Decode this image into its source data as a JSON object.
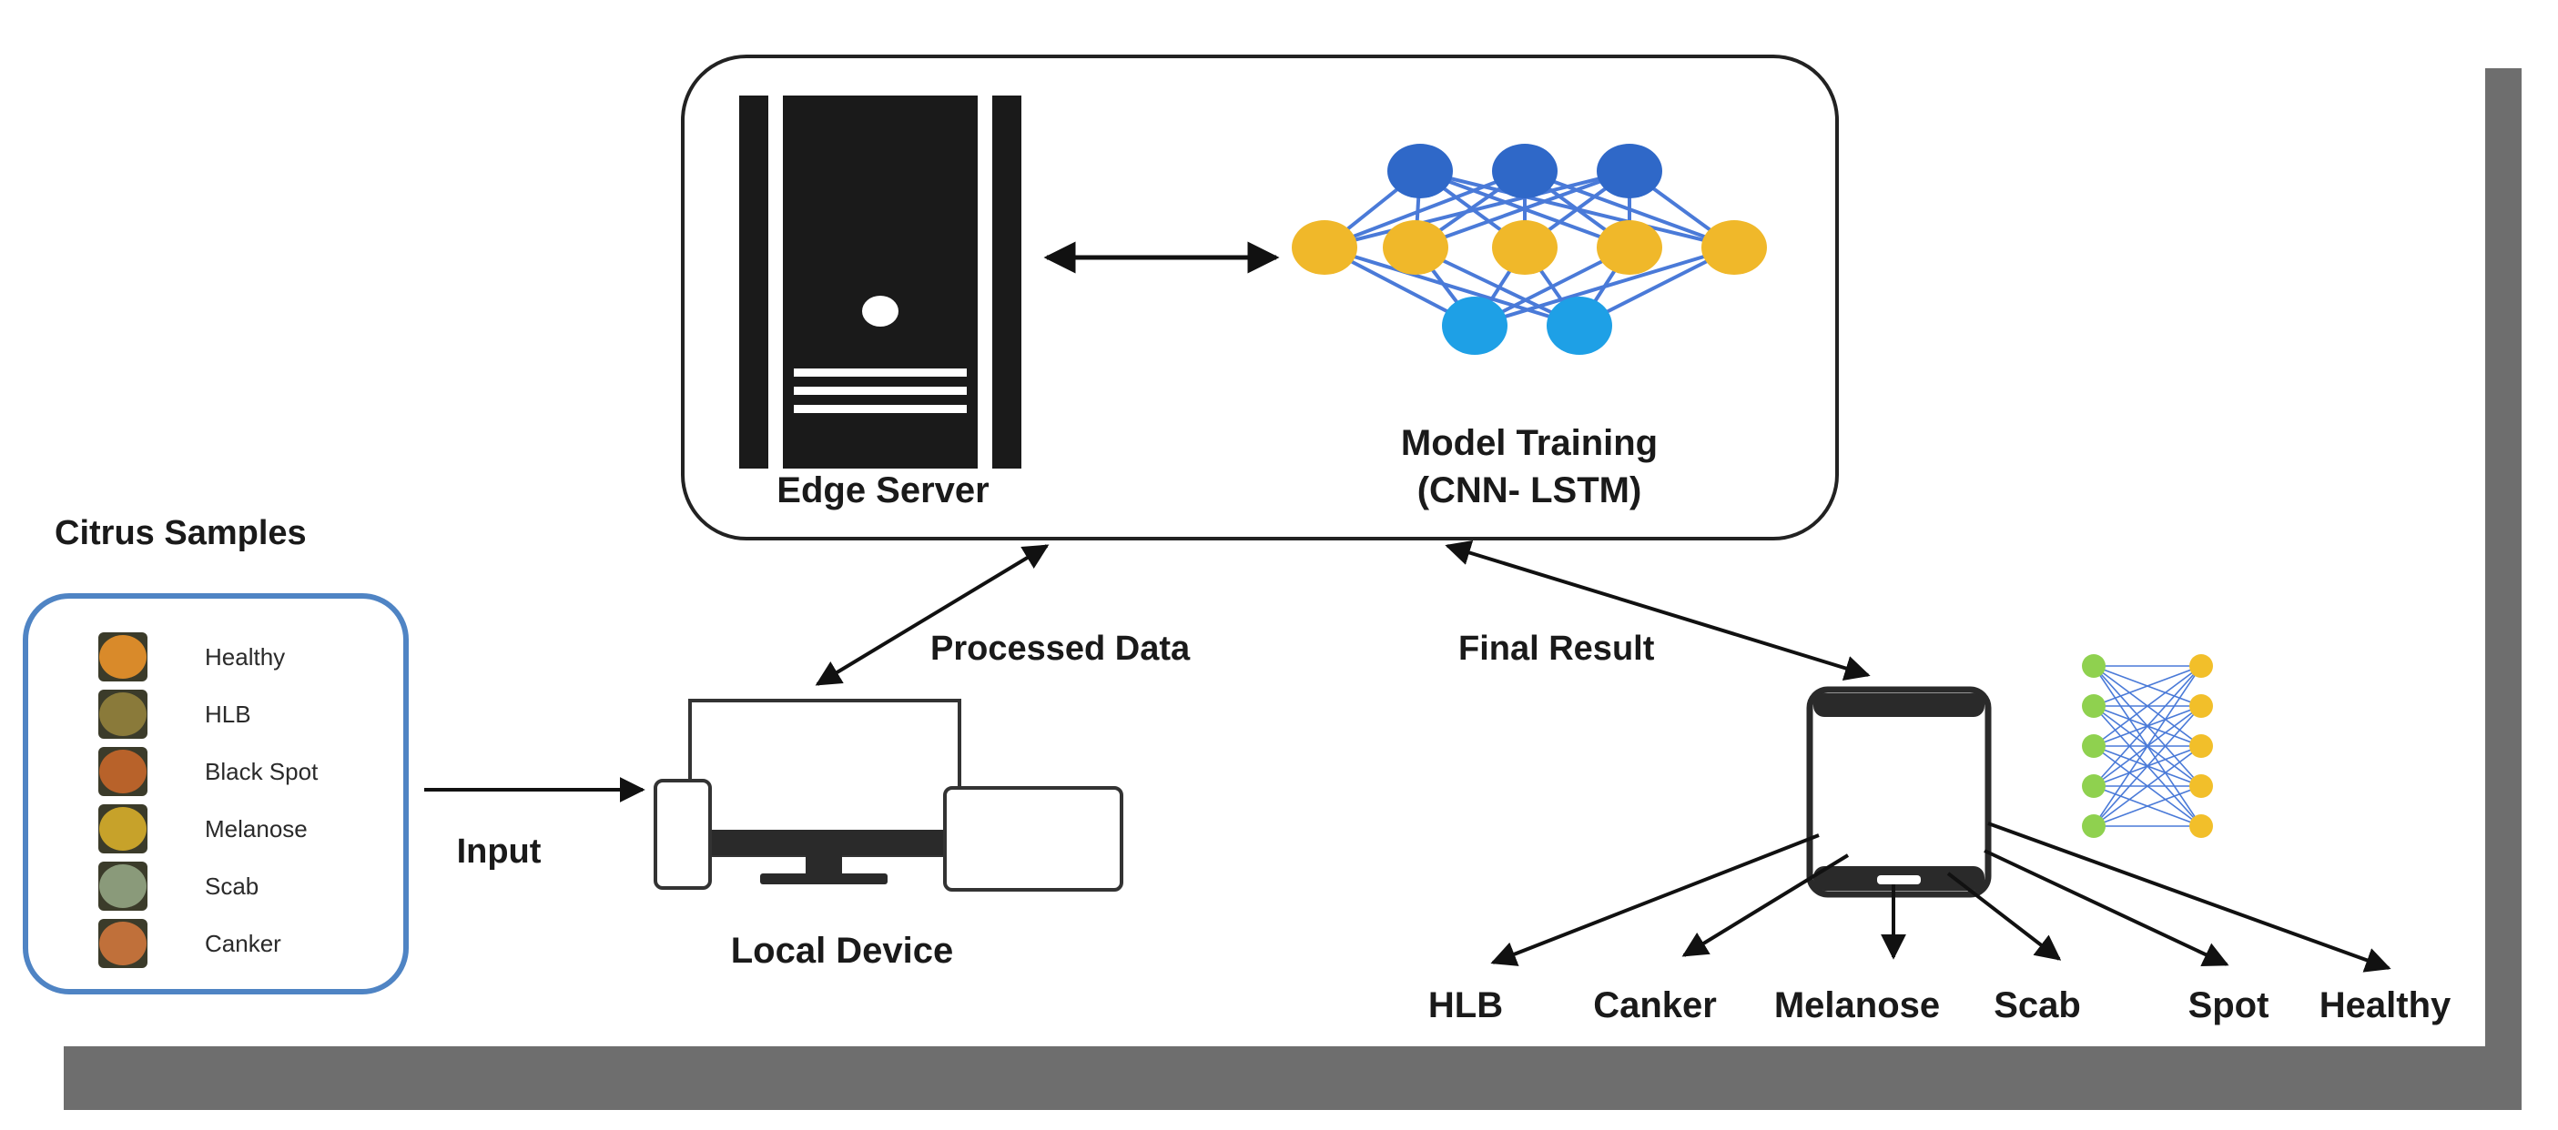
{
  "edge_server": {
    "label": "Edge Server"
  },
  "model_training": {
    "line1": "Model Training",
    "line2": "(CNN- LSTM)"
  },
  "citrus_samples": {
    "title": "Citrus Samples",
    "items": [
      {
        "label": "Healthy",
        "color": "#d98a2a"
      },
      {
        "label": "HLB",
        "color": "#8a7a3a"
      },
      {
        "label": "Black Spot",
        "color": "#b8622a"
      },
      {
        "label": "Melanose",
        "color": "#c7a22a"
      },
      {
        "label": "Scab",
        "color": "#8a9a7a"
      },
      {
        "label": "Canker",
        "color": "#c0703a"
      }
    ]
  },
  "flow_labels": {
    "input": "Input",
    "processed_data": "Processed Data",
    "final_result": "Final Result"
  },
  "local_device": {
    "label": "Local Device"
  },
  "outputs": [
    "HLB",
    "Canker",
    "Melanose",
    "Scab",
    "Spot",
    "Healthy"
  ],
  "colors": {
    "node_dark_blue": "#2f68c8",
    "node_yellow": "#f0b82a",
    "node_light_blue": "#1ea0e6",
    "edge_blue": "#4a7ad8",
    "shadow_gray": "#6e6e6e",
    "sample_border": "#4f84c4",
    "small_net_green": "#8fd14f",
    "small_net_yellow": "#f2bf2a"
  }
}
